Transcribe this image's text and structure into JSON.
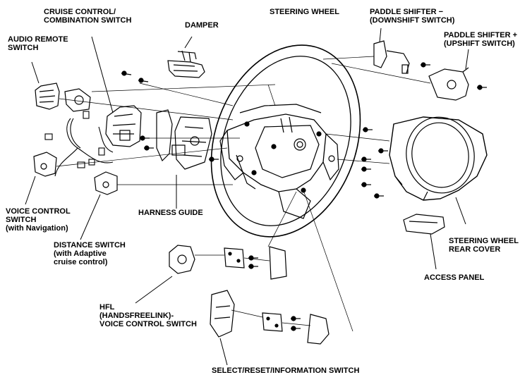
{
  "labels": {
    "cruise_control": [
      "CRUISE CONTROL/",
      "COMBINATION SWITCH"
    ],
    "audio_remote": [
      "AUDIO REMOTE",
      "SWITCH"
    ],
    "damper": [
      "DAMPER"
    ],
    "steering_wheel": [
      "STEERING WHEEL"
    ],
    "paddle_down": [
      "PADDLE SHIFTER −",
      "(DOWNSHIFT SWITCH)"
    ],
    "paddle_up": [
      "PADDLE SHIFTER +",
      "(UPSHIFT SWITCH)"
    ],
    "voice_control": [
      "VOICE CONTROL",
      "SWITCH",
      "(with Navigation)"
    ],
    "harness_guide": [
      "HARNESS GUIDE"
    ],
    "distance_switch": [
      "DISTANCE SWITCH",
      "(with Adaptive",
      "cruise control)"
    ],
    "rear_cover": [
      "STEERING WHEEL",
      "REAR COVER"
    ],
    "access_panel": [
      "ACCESS PANEL"
    ],
    "hfl": [
      "HFL",
      "(HANDSFREELINK)-",
      "VOICE CONTROL SWITCH"
    ],
    "select_reset": [
      "SELECT/RESET/INFORMATION SWITCH"
    ]
  }
}
